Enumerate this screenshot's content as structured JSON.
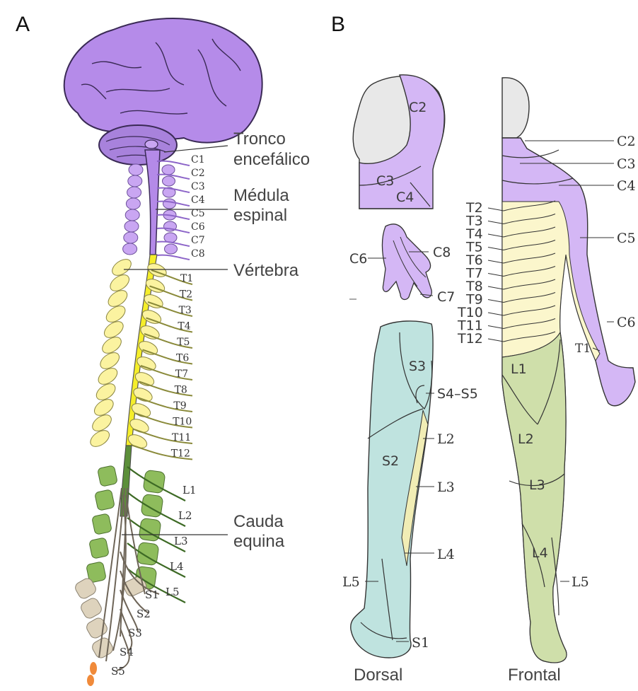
{
  "panels": {
    "a_letter": "A",
    "b_letter": "B"
  },
  "panel_a": {
    "labels": {
      "brainstem": [
        "Tronco",
        "encefálico"
      ],
      "spinal_cord": [
        "Médula",
        "espinal"
      ],
      "vertebra": "Vértebra",
      "cauda_equina": [
        "Cauda",
        "equina"
      ]
    },
    "cervical_nerves": [
      "C1",
      "C2",
      "C3",
      "C4",
      "C5",
      "C6",
      "C7",
      "C8"
    ],
    "thoracic_nerves": [
      "T1",
      "T2",
      "T3",
      "T4",
      "T5",
      "T6",
      "T7",
      "T8",
      "T9",
      "T10",
      "T11",
      "T12"
    ],
    "lumbar_nerves": [
      "L1",
      "L2",
      "L3",
      "L4",
      "L5"
    ],
    "sacral_nerves": [
      "S1",
      "S2",
      "S3",
      "S4",
      "S5"
    ]
  },
  "panel_b": {
    "head": {
      "c2": "C2",
      "c3": "C3",
      "c4": "C4"
    },
    "hand": {
      "c6": "C6",
      "c8": "C8",
      "c7": "C7"
    },
    "dorsal": {
      "s3": "S3",
      "s4s5": "S4–S5",
      "l2": "L2",
      "s2": "S2",
      "l3": "L3",
      "l4": "L4",
      "l5": "L5",
      "s1": "S1",
      "caption": "Dorsal"
    },
    "frontal": {
      "right": {
        "c2": "C2",
        "c3": "C3",
        "c4": "C4",
        "c5": "C5",
        "c6": "C6",
        "t1": "T1",
        "l5": "L5"
      },
      "thoracic": [
        "T2",
        "T3",
        "T4",
        "T5",
        "T6",
        "T7",
        "T8",
        "T9",
        "T10",
        "T11",
        "T12"
      ],
      "leg": {
        "l1": "L1",
        "l2": "L2",
        "l3": "L3",
        "l4": "L4"
      },
      "caption": "Frontal"
    }
  },
  "colors": {
    "cervical": "#c9a6f2",
    "brain": "#b48ae8",
    "thoracic": "#fbf3a0",
    "cord_yellow": "#f5ee2a",
    "lumbar": "#8ebc5c",
    "sacral": "#ded3bd",
    "dorsal_leg": "#bfe3df",
    "frontal_lower": "#cfdfaa",
    "frontal_thoracic": "#fbf6cc"
  }
}
